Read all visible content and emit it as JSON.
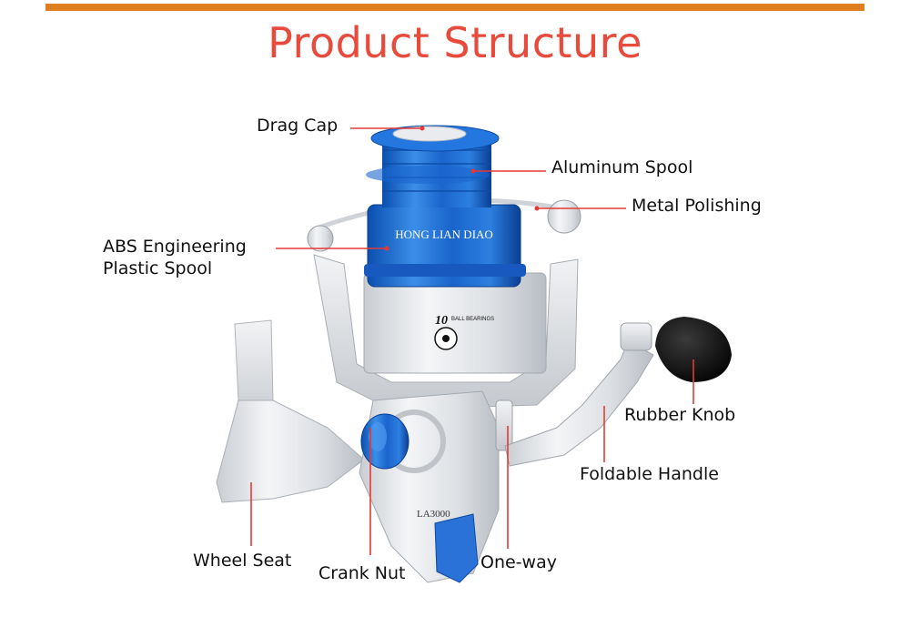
{
  "title": "Product Structure",
  "colors": {
    "accent_bar": "#e07f1f",
    "title": "#e84b3c",
    "callout_line": "#e53935",
    "spool_blue": "#1e6fd0",
    "body_silver": "#dfe2e6"
  },
  "reel_print": {
    "spool_brand": "HONG LIAN DIAO",
    "bearings_num": "10",
    "bearings_text": "BALL BEARINGS",
    "model": "LA3000"
  },
  "labels": {
    "drag_cap": "Drag Cap",
    "aluminum_spool": "Aluminum Spool",
    "metal_polishing": "Metal Polishing",
    "abs_spool_line1": "ABS Engineering",
    "abs_spool_line2": "Plastic Spool",
    "rubber_knob": "Rubber Knob",
    "foldable_handle": "Foldable Handle",
    "wheel_seat": "Wheel Seat",
    "crank_nut": "Crank Nut",
    "one_way": "One-way"
  }
}
